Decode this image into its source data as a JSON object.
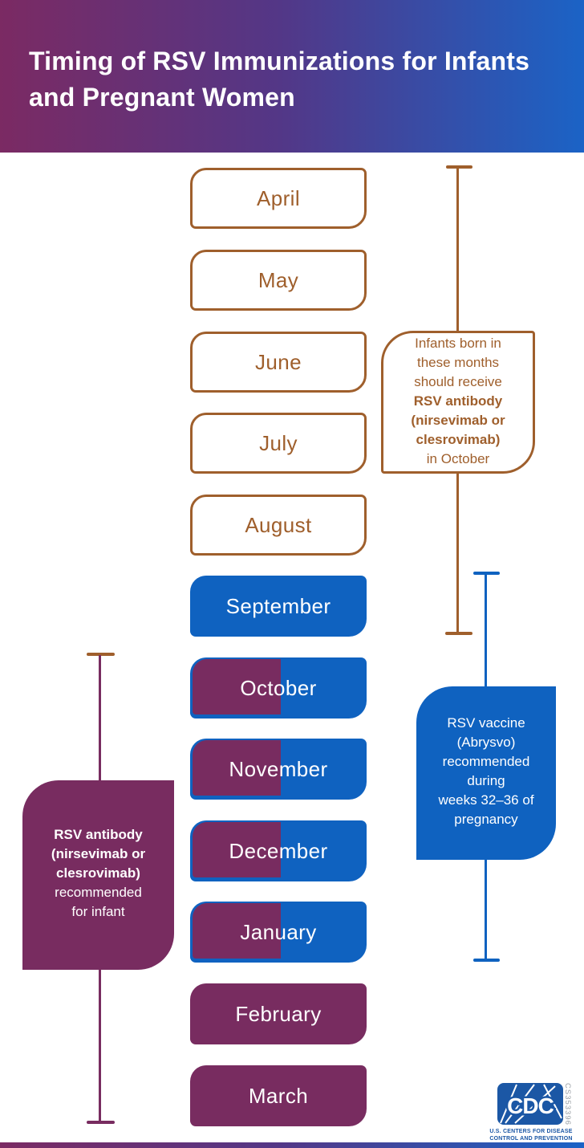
{
  "header": {
    "title": "Timing of RSV Immunizations for Infants and Pregnant Women"
  },
  "timeline": {
    "months": [
      {
        "label": "April",
        "style": "outline"
      },
      {
        "label": "May",
        "style": "outline"
      },
      {
        "label": "June",
        "style": "outline"
      },
      {
        "label": "July",
        "style": "outline"
      },
      {
        "label": "August",
        "style": "outline"
      },
      {
        "label": "September",
        "style": "blue"
      },
      {
        "label": "October",
        "style": "split"
      },
      {
        "label": "November",
        "style": "split"
      },
      {
        "label": "December",
        "style": "split"
      },
      {
        "label": "January",
        "style": "split"
      },
      {
        "label": "February",
        "style": "purple"
      },
      {
        "label": "March",
        "style": "purple"
      }
    ]
  },
  "annotations": {
    "birth_note": {
      "text_before": "Infants born in\nthese months\nshould receive\n",
      "text_bold": "RSV antibody\n(nirsevimab or\nclesrovimab)\n",
      "text_after": "in October"
    },
    "maternal_note": {
      "text": "RSV vaccine\n(Abrysvo)\nrecommended\nduring\nweeks 32–36 of\npregnancy"
    },
    "infant_note": {
      "text_bold": "RSV antibody\n(nirsevimab or\nclesrovimab)\n",
      "text_after": "recommended\nfor infant"
    }
  },
  "footer": {
    "logo_acronym": "CDC",
    "logo_line1": "U.S. CENTERS FOR DISEASE",
    "logo_line2": "CONTROL AND PREVENTION",
    "document_number": "CS353396"
  },
  "colors": {
    "brown": "#9f5f2c",
    "blue": "#0f62c0",
    "plum": "#782c60",
    "logo-blue": "#1b57a5",
    "doc-gray": "#9aa0a6",
    "grad-left": "#7b2a63",
    "grad-mid": "#533787",
    "grad-right": "#1b63c6"
  }
}
